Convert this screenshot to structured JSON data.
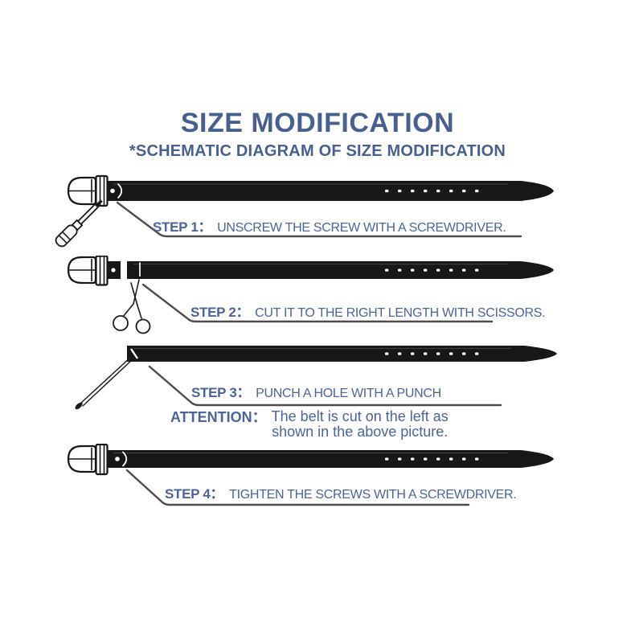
{
  "title": "SIZE MODIFICATION",
  "subtitle": "*SCHEMATIC DIAGRAM OF SIZE MODIFICATION",
  "colors": {
    "accent": "#47618f",
    "step_text": "#4a659a",
    "belt": "#171717",
    "leader_line": "#4d4d4d"
  },
  "steps": [
    {
      "label": "STEP 1：",
      "text": "UNSCREW THE SCREW WITH A SCREWDRIVER.",
      "tool_icon": "screwdriver-icon"
    },
    {
      "label": "STEP 2：",
      "text": "CUT IT TO THE RIGHT LENGTH WITH SCISSORS.",
      "tool_icon": "scissors-icon"
    },
    {
      "label": "STEP 3：",
      "text": "PUNCH A HOLE WITH A PUNCH",
      "tool_icon": "punch-icon"
    },
    {
      "label": "STEP 4：",
      "text": "TIGHTEN THE SCREWS WITH A SCREWDRIVER.",
      "tool_icon": "none"
    }
  ],
  "attention": {
    "label": "ATTENTION：",
    "line1": "The belt is cut on the left as",
    "line2": "shown in the above picture."
  }
}
